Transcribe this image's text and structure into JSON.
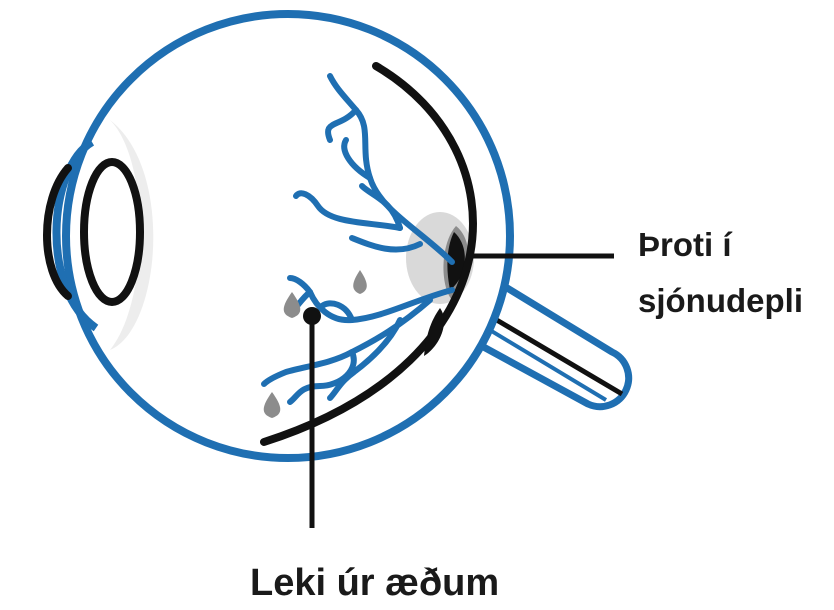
{
  "labels": {
    "macular_edema_line1": "Þroti í",
    "macular_edema_line2": "sjónudepli",
    "vessel_leak": "Leki úr æðum"
  },
  "colors": {
    "outline_blue": "#1f6fb2",
    "vessel_blue": "#1f6fb2",
    "dark": "#111111",
    "drop_grey": "#8c8c8c",
    "macula_grey": "#d9d9d9",
    "lens_shade": "#ececec"
  }
}
